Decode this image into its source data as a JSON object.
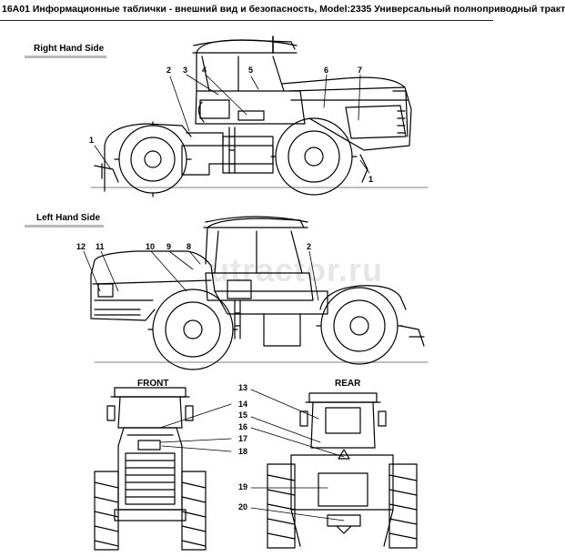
{
  "document": {
    "title": "16A01 Информационные таблички - внешний вид и безопасность, Model:2335 Универсальный полноприводный тракт"
  },
  "sections": {
    "right": {
      "label": "Right Hand Side"
    },
    "left": {
      "label": "Left Hand Side"
    },
    "front": {
      "label": "FRONT"
    },
    "rear": {
      "label": "REAR"
    }
  },
  "watermark": {
    "text": "utractor.ru"
  },
  "callouts": {
    "right_side": [
      "1",
      "2",
      "3",
      "4",
      "5",
      "6",
      "7",
      "1"
    ],
    "left_side": [
      "12",
      "11",
      "10",
      "9",
      "8",
      "2"
    ],
    "front_view": [
      "14",
      "17",
      "18"
    ],
    "rear_view": [
      "13",
      "15",
      "16",
      "19",
      "20"
    ]
  }
}
